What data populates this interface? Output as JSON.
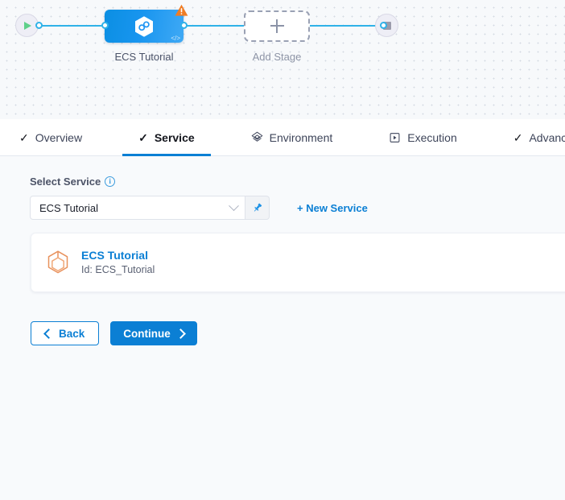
{
  "canvas": {
    "start_node": {
      "icon": "play-icon"
    },
    "end_node": {
      "icon": "stop-icon"
    },
    "stage": {
      "label": "ECS Tutorial",
      "icon": "service-hexagon-icon",
      "warning_icon": "warning-triangle-icon",
      "code_icon": "code-brackets-icon"
    },
    "add_stage": {
      "label": "Add Stage",
      "icon": "plus-icon"
    },
    "colors": {
      "edge": "#30b2e8",
      "stage_fill": "#1895ef",
      "warning": "#f07c23",
      "play": "#5fd08a"
    }
  },
  "tabs": [
    {
      "label": "Overview",
      "icon": "check-icon",
      "active": false
    },
    {
      "label": "Service",
      "icon": "check-icon",
      "active": true
    },
    {
      "label": "Environment",
      "icon": "layers-icon",
      "active": false
    },
    {
      "label": "Execution",
      "icon": "play-box-icon",
      "active": false
    },
    {
      "label": "Advanced",
      "icon": "check-icon",
      "active": false
    }
  ],
  "form": {
    "select_service": {
      "label": "Select Service",
      "info_icon": "info-icon",
      "value": "ECS Tutorial",
      "placeholder": "Select Service",
      "chevron_icon": "chevron-down-icon",
      "pin_icon": "pin-icon"
    },
    "new_service_link": "+ New Service"
  },
  "service_card": {
    "icon": "cube-hexagon-icon",
    "title": "ECS Tutorial",
    "subtitle": "Id: ECS_Tutorial"
  },
  "footer": {
    "back_label": "Back",
    "continue_label": "Continue",
    "back_icon": "chevron-left-icon",
    "continue_icon": "chevron-right-icon"
  },
  "colors": {
    "primary": "#0b7fd4",
    "canvas_bg": "#f7f9fb",
    "content_bg": "#f8fafc"
  }
}
